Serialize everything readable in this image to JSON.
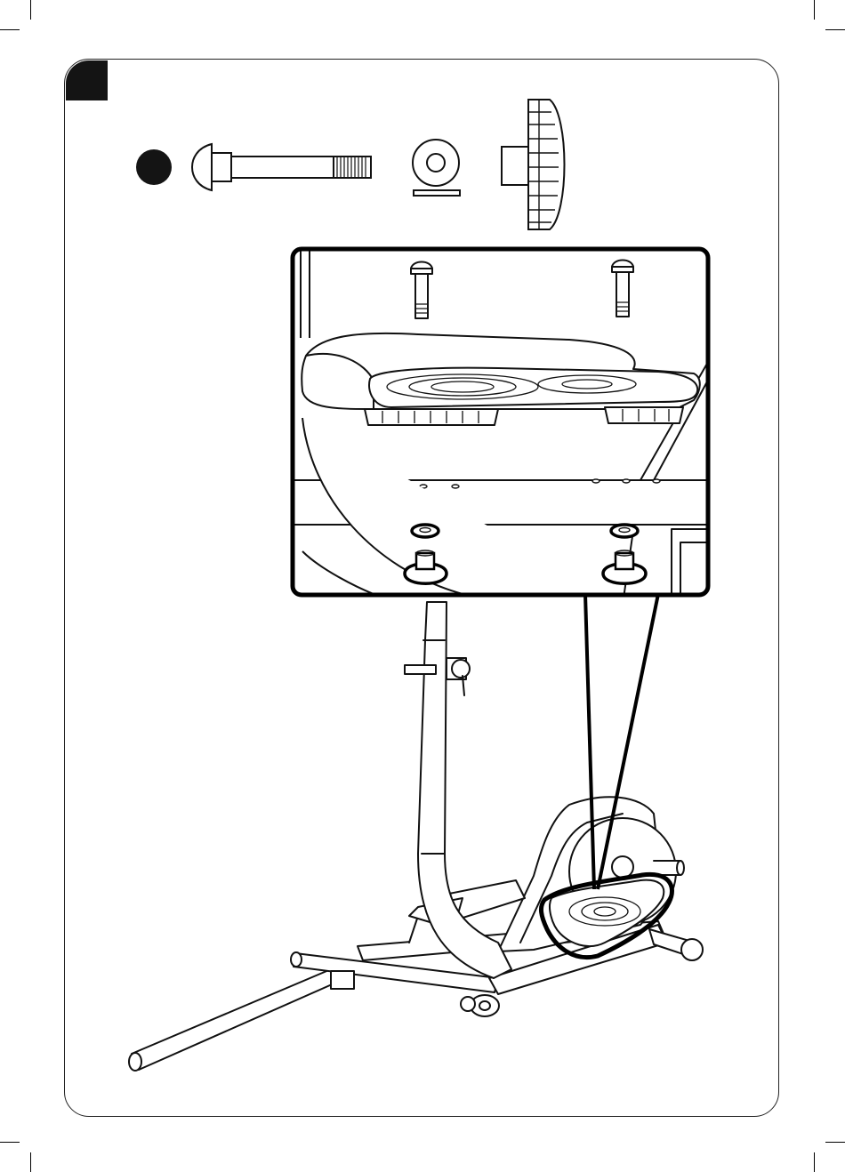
{
  "step": {
    "marker_color": "#141414"
  },
  "hardware": [
    {
      "part": "carriage-bolt",
      "icon": "bolt-icon"
    },
    {
      "part": "washer",
      "icon": "washer-icon"
    },
    {
      "part": "knob-nut",
      "icon": "knob-nut-icon"
    }
  ],
  "detail_view": {
    "bolts": 2,
    "washers": 2,
    "knob_nuts": 2,
    "highlight_color": "#000000"
  },
  "colors": {
    "line": "#111111",
    "fill": "#ffffff"
  }
}
